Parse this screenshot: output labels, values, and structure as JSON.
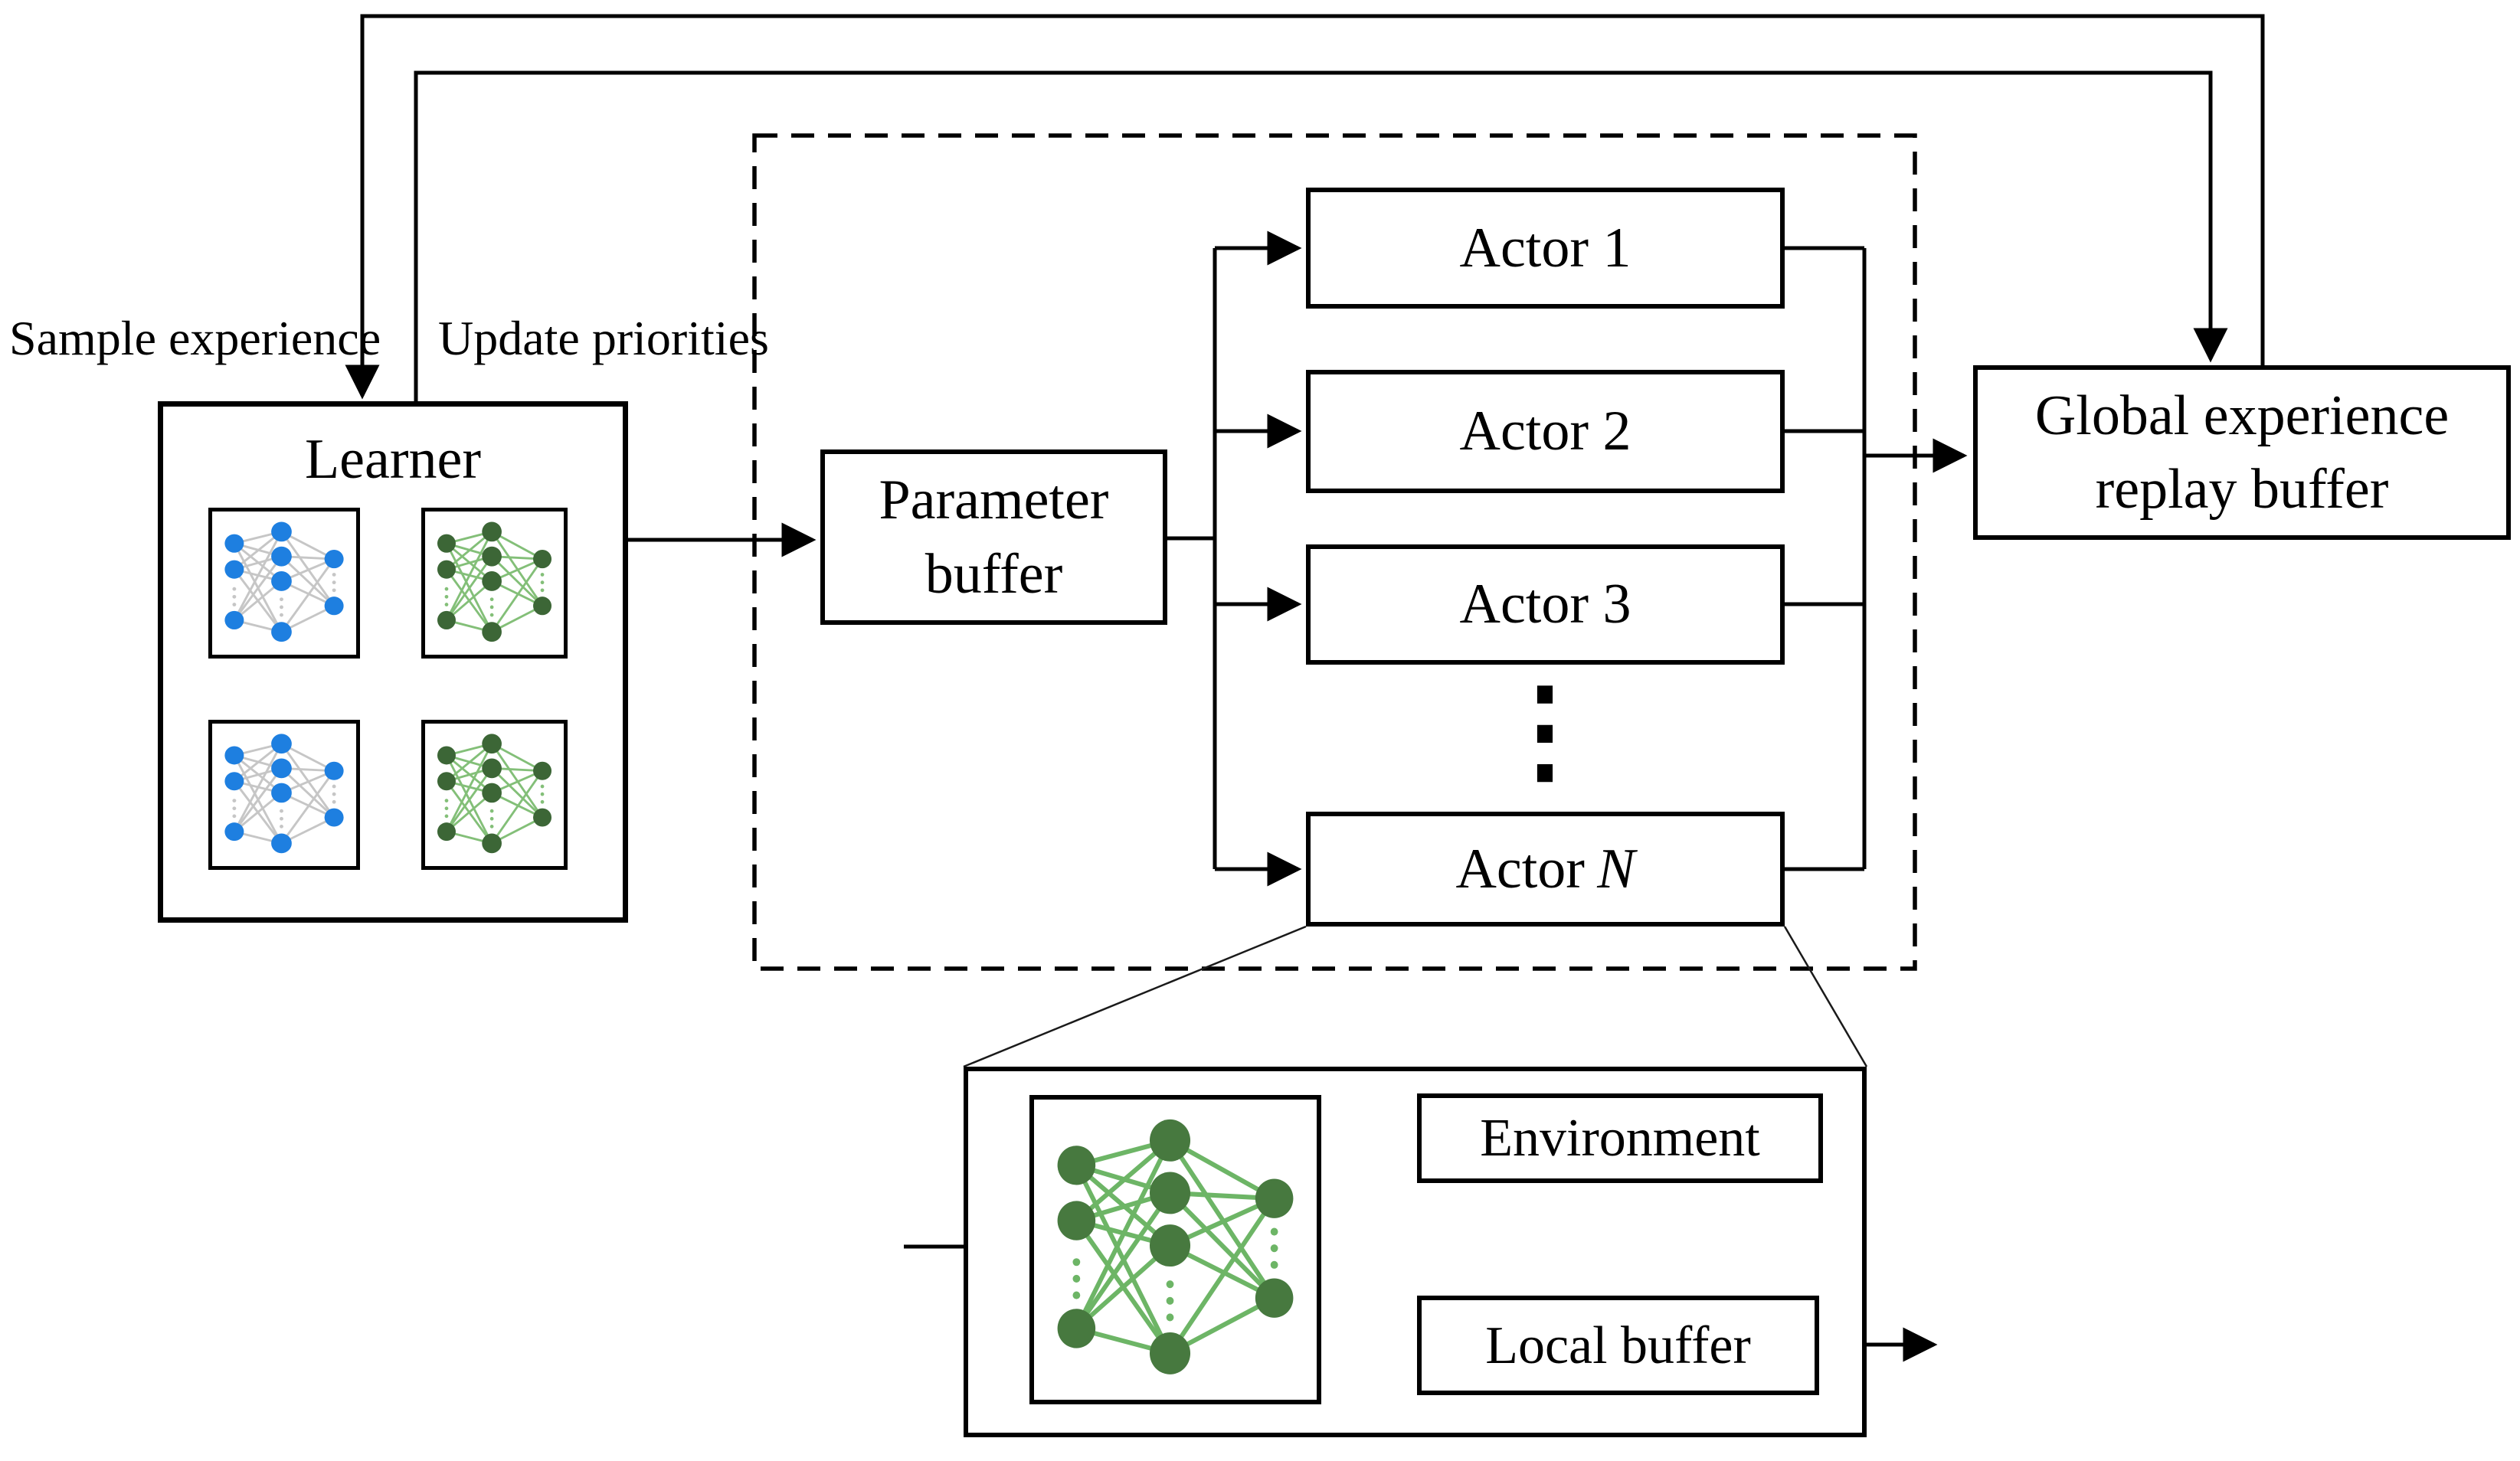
{
  "labels": {
    "sample_experience": "Sample experience",
    "update_priorities": "Update priorities"
  },
  "learner": {
    "title": "Learner"
  },
  "parameter_buffer": {
    "label": "Parameter buffer"
  },
  "actor_farm": {
    "actors": [
      "Actor 1",
      "Actor 2",
      "Actor 3"
    ],
    "actor_n": {
      "prefix": "Actor",
      "suffix": "N"
    },
    "ellipsis": "⋮"
  },
  "global_buffer": {
    "label": "Global experience replay buffer"
  },
  "actor_detail": {
    "environment_label": "Environment",
    "local_buffer_label": "Local buffer"
  },
  "colors": {
    "line": "#000000",
    "box_border": "#000000",
    "background": "#ffffff"
  },
  "networks": {
    "palettes": {
      "blue": {
        "node": "#1e7fe0",
        "edge": "#c6c6c6"
      },
      "green": {
        "node": "#3c6636",
        "edge": "#83bf78"
      },
      "detail_green": {
        "node": "#47793f",
        "edge": "#6db566"
      }
    },
    "instances": [
      {
        "slot": "learner-top-left",
        "palette": "blue"
      },
      {
        "slot": "learner-top-right",
        "palette": "green"
      },
      {
        "slot": "learner-bottom-left",
        "palette": "blue"
      },
      {
        "slot": "learner-bottom-right",
        "palette": "green"
      },
      {
        "slot": "actor-detail",
        "palette": "detail_green"
      }
    ]
  }
}
